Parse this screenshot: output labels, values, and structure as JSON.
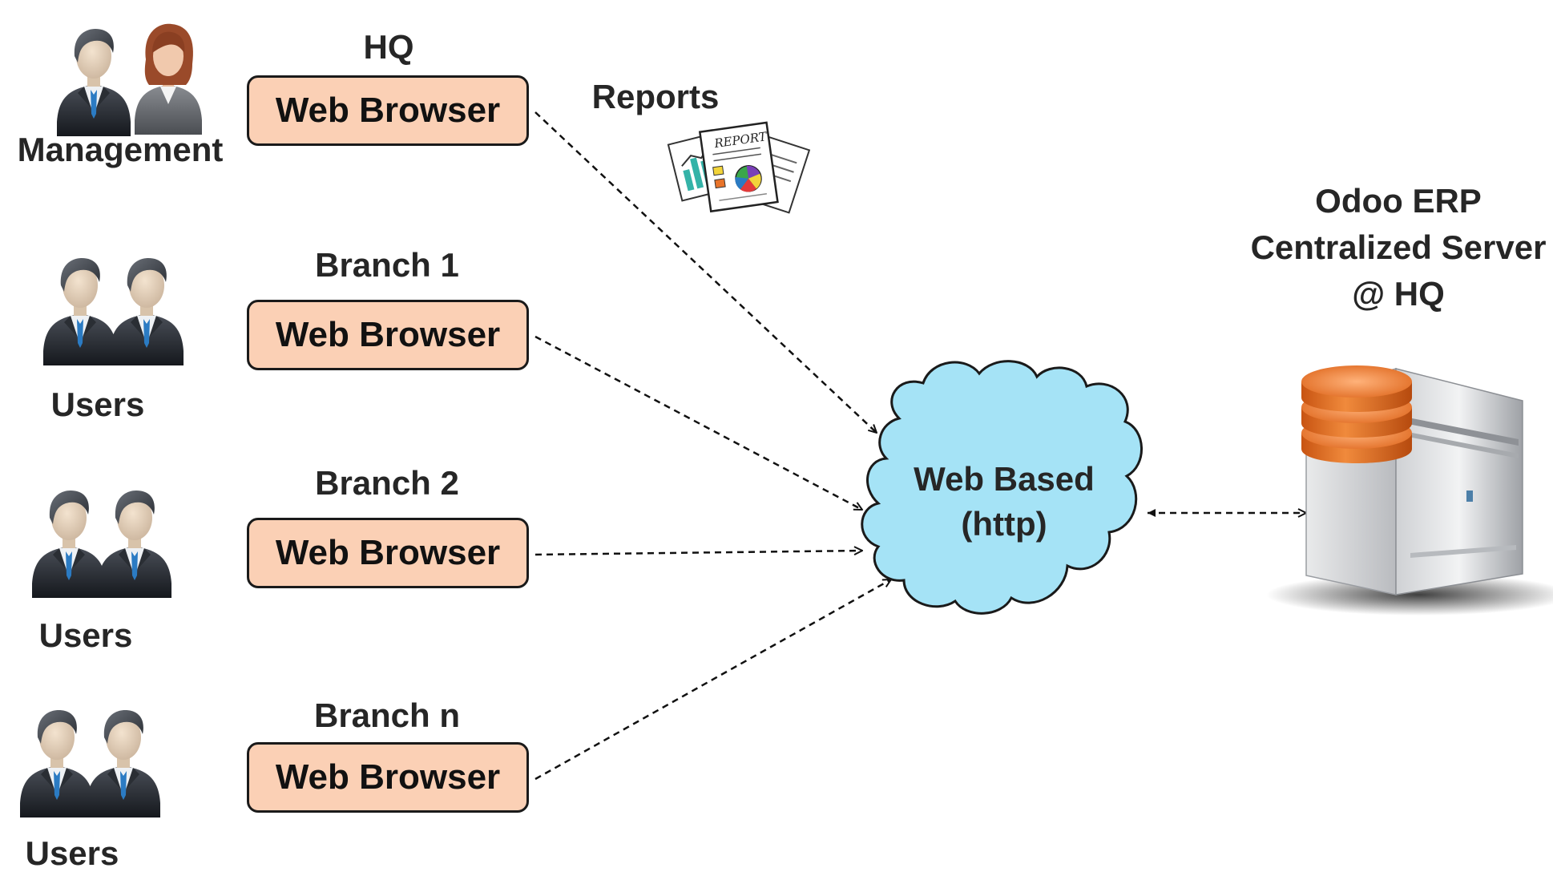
{
  "hq": {
    "location_label": "HQ",
    "group_label": "Management",
    "browser_label": "Web Browser"
  },
  "branches": [
    {
      "location_label": "Branch 1",
      "group_label": "Users",
      "browser_label": "Web Browser"
    },
    {
      "location_label": "Branch 2",
      "group_label": "Users",
      "browser_label": "Web Browser"
    },
    {
      "location_label": "Branch n",
      "group_label": "Users",
      "browser_label": "Web Browser"
    }
  ],
  "reports": {
    "label": "Reports",
    "document_text": "REPORT"
  },
  "cloud": {
    "line1": "Web Based",
    "line2": "(http)"
  },
  "server": {
    "line1": "Odoo ERP",
    "line2": "Centralized Server",
    "line3": "@ HQ"
  },
  "colors": {
    "browser_box_fill": "#fbd0b5",
    "cloud_fill": "#a5e3f6",
    "database_orange": "#e8742a",
    "text": "#262626"
  },
  "icons": [
    "businessman-icon",
    "businesswoman-icon",
    "report-documents-icon",
    "database-server-icon",
    "cloud-icon"
  ]
}
